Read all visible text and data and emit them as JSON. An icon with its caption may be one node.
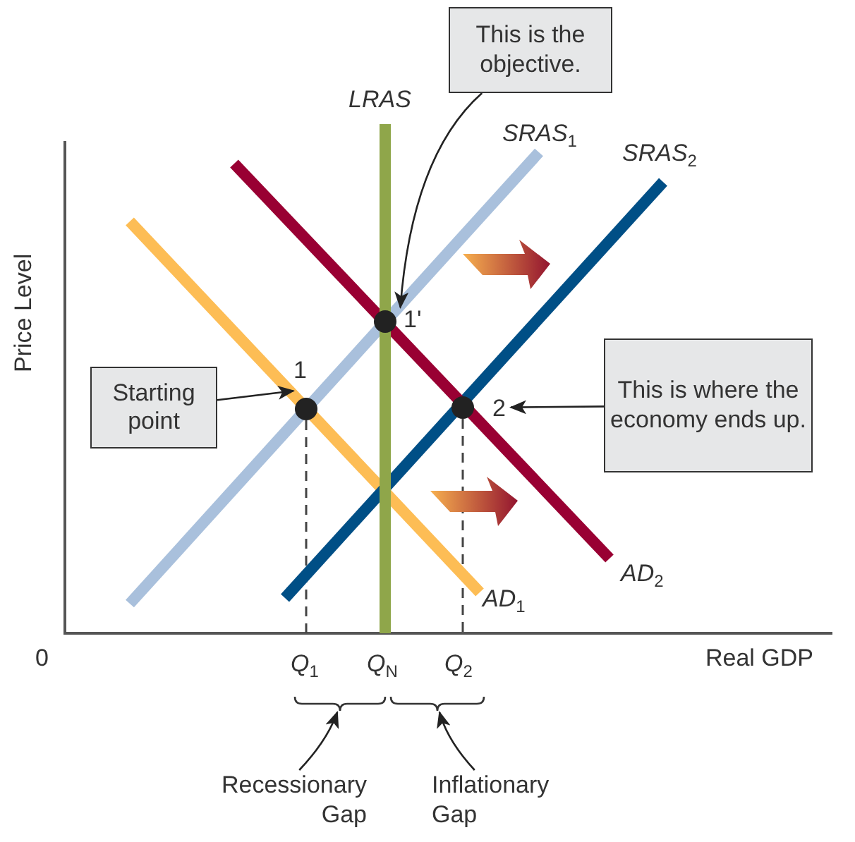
{
  "diagram": {
    "nodes": [
      {
        "text": [
          "This is the objective."
        ]
      },
      {
        "text": [],
        "shape": "circle",
        "beside": [
          "1'"
        ]
      },
      {
        "text": [
          "Starting point"
        ]
      },
      {
        "text": [],
        "shape": "circle",
        "beside": [
          "1"
        ]
      },
      {
        "text": [
          "This is where the economy ends up."
        ]
      },
      {
        "text": [],
        "shape": "circle",
        "beside": [
          "2"
        ]
      },
      {
        "text": [
          "Recessionary Gap"
        ]
      },
      {
        "text": [
          "Inflationary Gap"
        ]
      },
      {
        "text": [],
        "shape": "brace"
      },
      {
        "text": [],
        "shape": "brace"
      }
    ],
    "edges": [
      {
        "from": 0,
        "to": 1,
        "arrow": "to"
      },
      {
        "from": 2,
        "to": 3,
        "arrow": "to"
      },
      {
        "from": 4,
        "to": 5,
        "arrow": "to"
      },
      {
        "from": 6,
        "to": 8,
        "arrow": "to"
      },
      {
        "from": 7,
        "to": 9,
        "arrow": "to"
      }
    ],
    "labels": [
      "LRAS",
      "SRAS$_{1}$",
      "SRAS$_{2}$",
      "Price Level",
      "AD$_{2}$",
      "AD$_{1}$",
      "0",
      "Q$_{1}$",
      "Q$_{N}$",
      "Q$_{2}$",
      "Real GDP"
    ]
  }
}
